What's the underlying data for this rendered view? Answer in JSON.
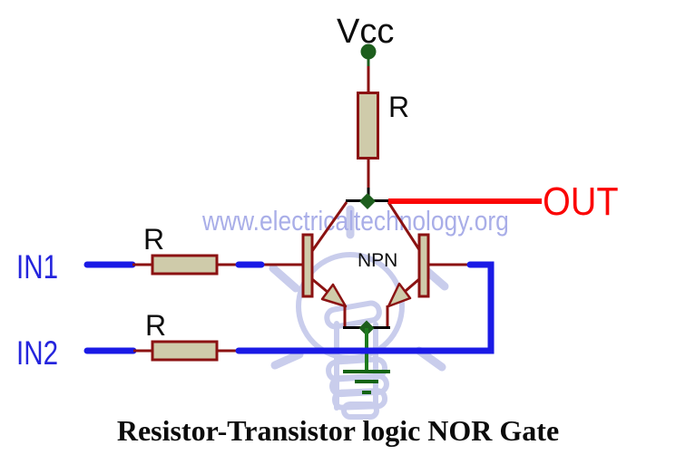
{
  "title": "Resistor-Transistor logic NOR Gate",
  "watermark": "www.electricaltechnology.org",
  "power": {
    "vcc_label": "Vcc"
  },
  "output": {
    "label": "OUT"
  },
  "inputs": {
    "in1_label": "IN1",
    "in2_label": "IN2"
  },
  "components": {
    "pullup_resistor_label": "R",
    "in1_resistor_label": "R",
    "in2_resistor_label": "R",
    "transistor_type_label": "NPN"
  },
  "colors": {
    "wire_dark_red": "#8b1212",
    "wire_blue": "#1a1ae6",
    "wire_out_red": "#fb0505",
    "wire_black": "#000000",
    "component_fill": "#cfcbaa",
    "node_green": "#1d5e1d",
    "ground_green": "#146414",
    "label_blue": "#2424dd",
    "label_red": "#fb0505",
    "label_black": "#0d0d0d",
    "watermark_text": "#a9aee8",
    "bulb_sketch": "#c9cdec"
  }
}
